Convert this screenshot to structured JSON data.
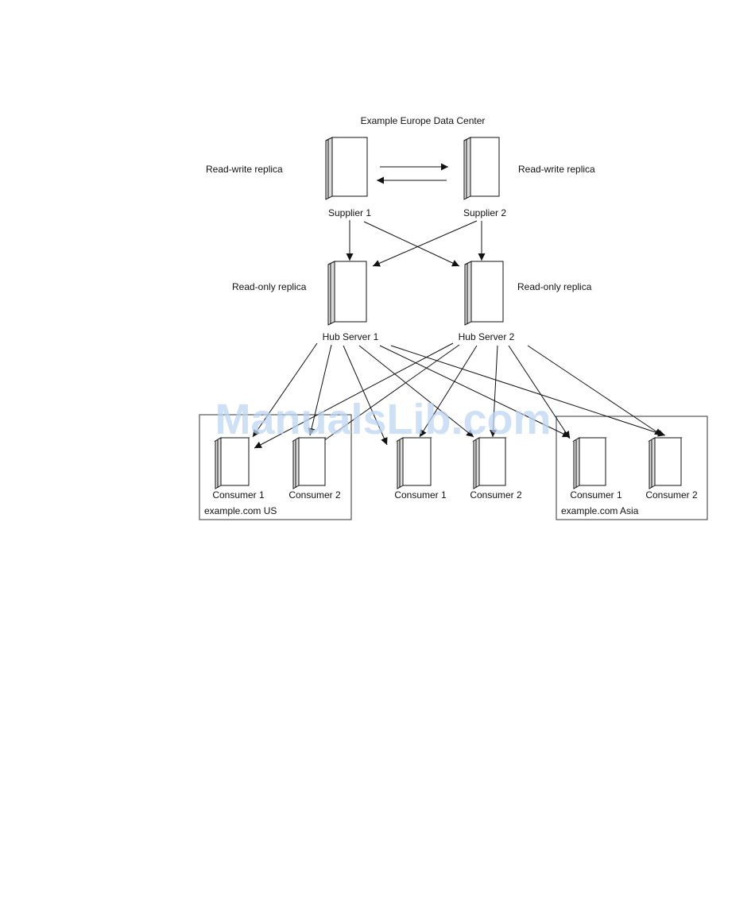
{
  "diagram": {
    "title": "Example Europe Data Center",
    "watermark": "ManualsLib.com",
    "labels": {
      "rw_left": "Read-write replica",
      "rw_right": "Read-write replica",
      "ro_left": "Read-only replica",
      "ro_right": "Read-only replica"
    },
    "nodes": {
      "supplier1": "Supplier 1",
      "supplier2": "Supplier 2",
      "hub1": "Hub Server 1",
      "hub2": "Hub Server 2",
      "us_c1": "Consumer 1",
      "us_c2": "Consumer 2",
      "mid_c1": "Consumer 1",
      "mid_c2": "Consumer 2",
      "asia_c1": "Consumer 1",
      "asia_c2": "Consumer 2"
    },
    "groups": {
      "us": "example.com US",
      "asia": "example.com Asia"
    },
    "edges": [
      [
        "supplier1",
        "supplier2"
      ],
      [
        "supplier2",
        "supplier1"
      ],
      [
        "supplier1",
        "hub1"
      ],
      [
        "supplier1",
        "hub2"
      ],
      [
        "supplier2",
        "hub1"
      ],
      [
        "supplier2",
        "hub2"
      ],
      [
        "hub1",
        "us_c1"
      ],
      [
        "hub1",
        "us_c2"
      ],
      [
        "hub1",
        "mid_c1"
      ],
      [
        "hub1",
        "mid_c2"
      ],
      [
        "hub1",
        "asia_c1"
      ],
      [
        "hub1",
        "asia_c2"
      ],
      [
        "hub2",
        "us_c1"
      ],
      [
        "hub2",
        "us_c2"
      ],
      [
        "hub2",
        "mid_c1"
      ],
      [
        "hub2",
        "mid_c2"
      ],
      [
        "hub2",
        "asia_c1"
      ],
      [
        "hub2",
        "asia_c2"
      ]
    ]
  }
}
